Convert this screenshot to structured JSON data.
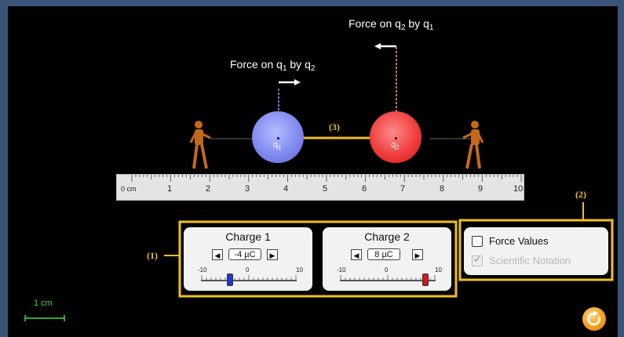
{
  "labels": {
    "force_on_q1": {
      "prefix": "Force on q",
      "sub1": "1",
      "mid": " by q",
      "sub2": "2"
    },
    "force_on_q2": {
      "prefix": "Force on q",
      "sub1": "2",
      "mid": " by q",
      "sub2": "1"
    },
    "q1": {
      "letter": "q",
      "sub": "1"
    },
    "q2": {
      "letter": "q",
      "sub": "2"
    }
  },
  "annotations": {
    "one": "(1)",
    "two": "(2)",
    "three": "(3)"
  },
  "ruler": {
    "unit": "0 cm",
    "ticks": [
      "1",
      "2",
      "3",
      "4",
      "5",
      "6",
      "7",
      "8",
      "9",
      "10"
    ]
  },
  "charge1": {
    "title": "Charge 1",
    "value": "-4 µC",
    "min_label": "-10",
    "mid_label": "0",
    "max_label": "10",
    "level": -4
  },
  "charge2": {
    "title": "Charge 2",
    "value": "8 µC",
    "min_label": "-10",
    "mid_label": "0",
    "max_label": "10",
    "level": 8
  },
  "options": {
    "force_values": "Force Values",
    "scientific_notation": "Scientific Notation"
  },
  "scale": {
    "label": "1 cm"
  },
  "colors": {
    "accent": "#f0c020",
    "q1": "#7c86ee",
    "q2": "#ee3838",
    "thumb1": "#1a3cc8",
    "thumb2": "#d01818",
    "reset": "#f5a020"
  },
  "icons": {
    "reset": "reset-icon"
  }
}
